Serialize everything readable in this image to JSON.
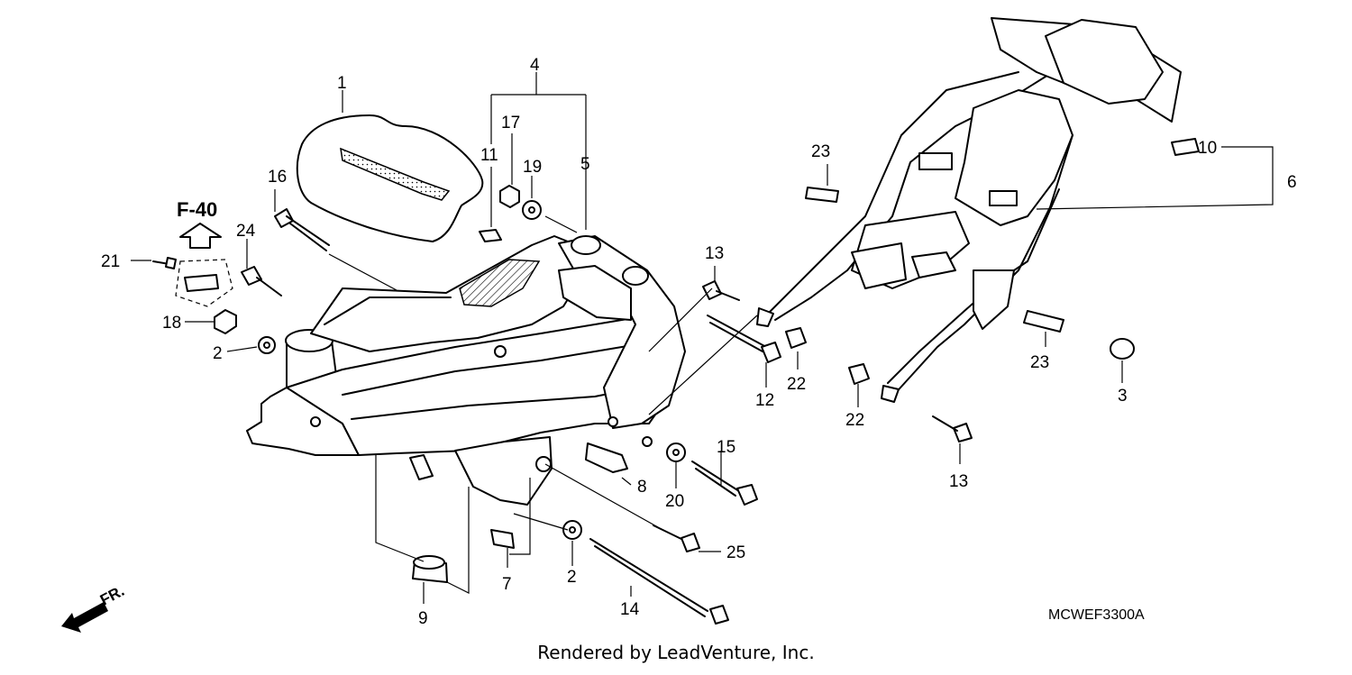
{
  "diagram": {
    "reference_label": "F-40",
    "direction_label": "FR.",
    "part_code": "MCWEF3300A",
    "footer_text": "Rendered by LeadVenture, Inc.",
    "callouts": [
      "1",
      "2",
      "2",
      "3",
      "4",
      "5",
      "6",
      "7",
      "8",
      "9",
      "10",
      "11",
      "12",
      "13",
      "13",
      "14",
      "15",
      "16",
      "17",
      "18",
      "19",
      "20",
      "21",
      "22",
      "22",
      "23",
      "23",
      "24",
      "25"
    ]
  }
}
